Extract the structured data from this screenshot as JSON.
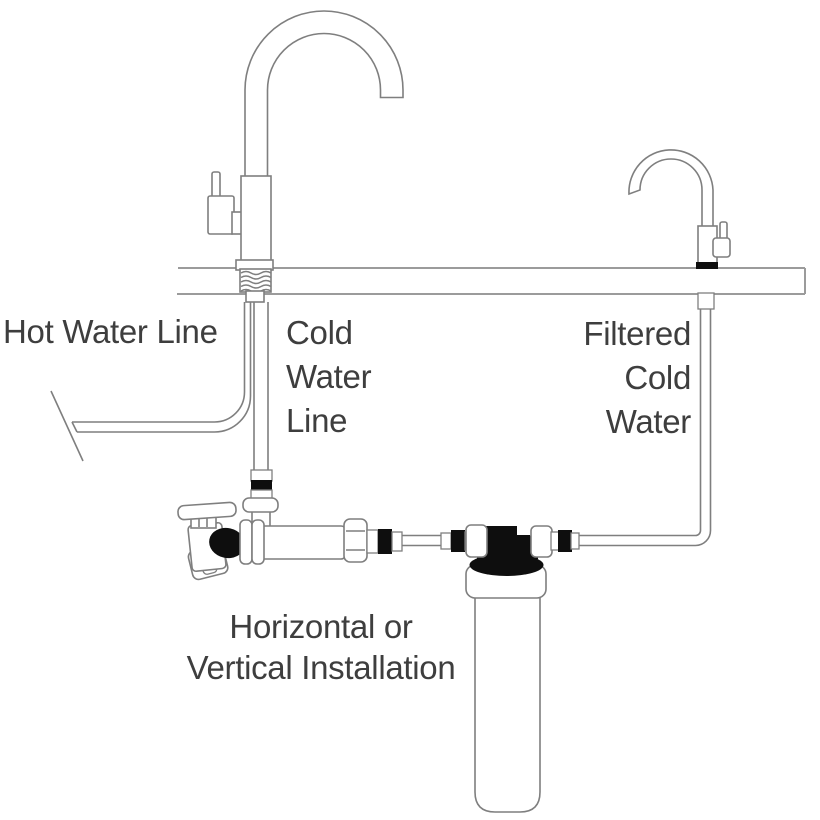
{
  "labels": {
    "hot_water_line": "Hot Water Line",
    "cold_water_line": [
      "Cold",
      "Water",
      "Line"
    ],
    "filtered_cold_water": [
      "Filtered",
      "Cold",
      "Water"
    ],
    "installation_note": [
      "Horizontal or",
      "Vertical Installation"
    ]
  },
  "colors": {
    "background": "#ffffff",
    "outline": "#7f7f7f",
    "counter": "#9b9b9b",
    "text": "#3e3e3e",
    "solid": "#0e0e0e"
  }
}
